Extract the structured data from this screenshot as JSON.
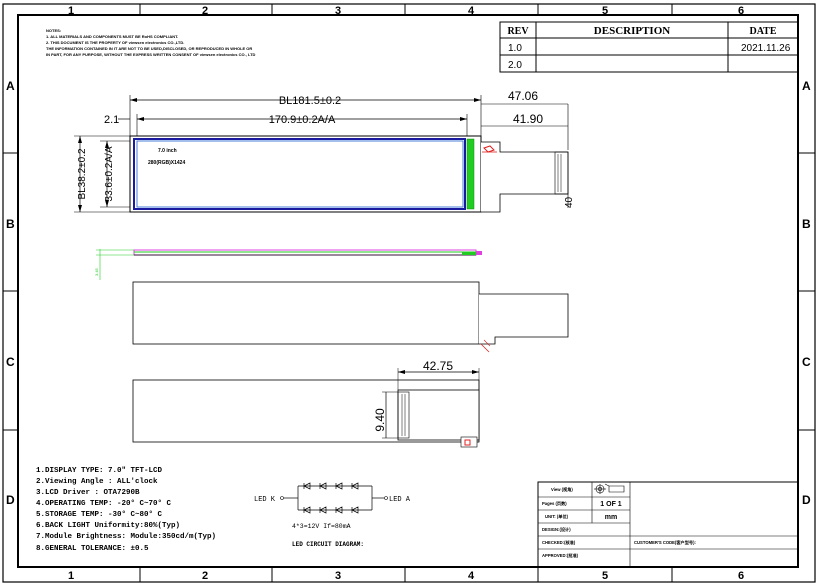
{
  "grid": {
    "cols": [
      "1",
      "2",
      "3",
      "4",
      "5",
      "6"
    ],
    "rows": [
      "A",
      "B",
      "C",
      "D"
    ]
  },
  "notes": {
    "heading": "NOTES:",
    "lines": [
      "1. ALL MATERIALS AND COMPONENTS MUST BE RoHS COMPLIANT.",
      "2. THIS DOCUMENT IS THE PROPERTY OF  viewsen electronics CO.,LTD.",
      "   THE INFORMATION CONTAINED IN IT ARE NOT TO BE USED,DISCLOSED, OR REPRODUCED IN WHOLE OR",
      "   IN PART, FOR ANY PURPOSE, WITHOUT THE EXPRESS WRITTEN CONSENT OF  viewsen electronics CO., LTD"
    ]
  },
  "revision_table": {
    "headers": [
      "REV",
      "DESCRIPTION",
      "DATE"
    ],
    "rows": [
      [
        "1.0",
        "",
        "2021.11.26"
      ],
      [
        "2.0",
        "",
        ""
      ]
    ]
  },
  "dimensions": {
    "bl_width": "BL181.5±0.2",
    "aa_width": "170.9±0.2A/A",
    "left_offset": "2.1",
    "total_depth": "47.06",
    "fpc_depth": "41.90",
    "bl_height": "BL38.2±0.2",
    "aa_height": "33.6±0.2A/A",
    "fpc_height": "40",
    "fpc_width_bottom": "42.75",
    "fpc_bottom_height": "9.40",
    "thickness": "3.45"
  },
  "panel_labels": {
    "size": "7.0 inch",
    "resolution": "280(RGB)X1424"
  },
  "specs": [
    "1.DISPLAY TYPE: 7.0\" TFT-LCD",
    "2.Viewing Angle : ALL'clock",
    "3.LCD Driver : OTA7290B",
    "4.OPERATING TEMP: -20° C~70° C",
    "5.STORAGE TEMP: -30° C~80° C",
    "6.BACK LIGHT Uniformity:80%(Typ)",
    "7.Module Brightness: Module:350cd/m(Typ)",
    "8.GENERAL TOLERANCE:  ±0.5"
  ],
  "led_circuit": {
    "left_label": "LED K",
    "right_label": "LED A",
    "formula": "4*3=12V   If=80mA",
    "title": "LED CIRCUIT DIAGRAM:"
  },
  "title_block": {
    "view_label": "View (视角)",
    "pages_label": "Pages (页数)",
    "pages_value": "1 OF 1",
    "unit_label": "UNIT: (单位)",
    "unit_value": "mm",
    "design_label": "DESIGN:(设计)",
    "checked_label": "CHECKED:(核准)",
    "approved_label": "APPROVED:(批准)",
    "customer_label": "CUSTOMER'S CODE(客户型号):"
  },
  "colors": {
    "panel_outline": "#1a1aa0",
    "active_area": "#1f5fd0",
    "green": "#22cc22",
    "magenta": "#e040e0",
    "red": "#e02020"
  }
}
